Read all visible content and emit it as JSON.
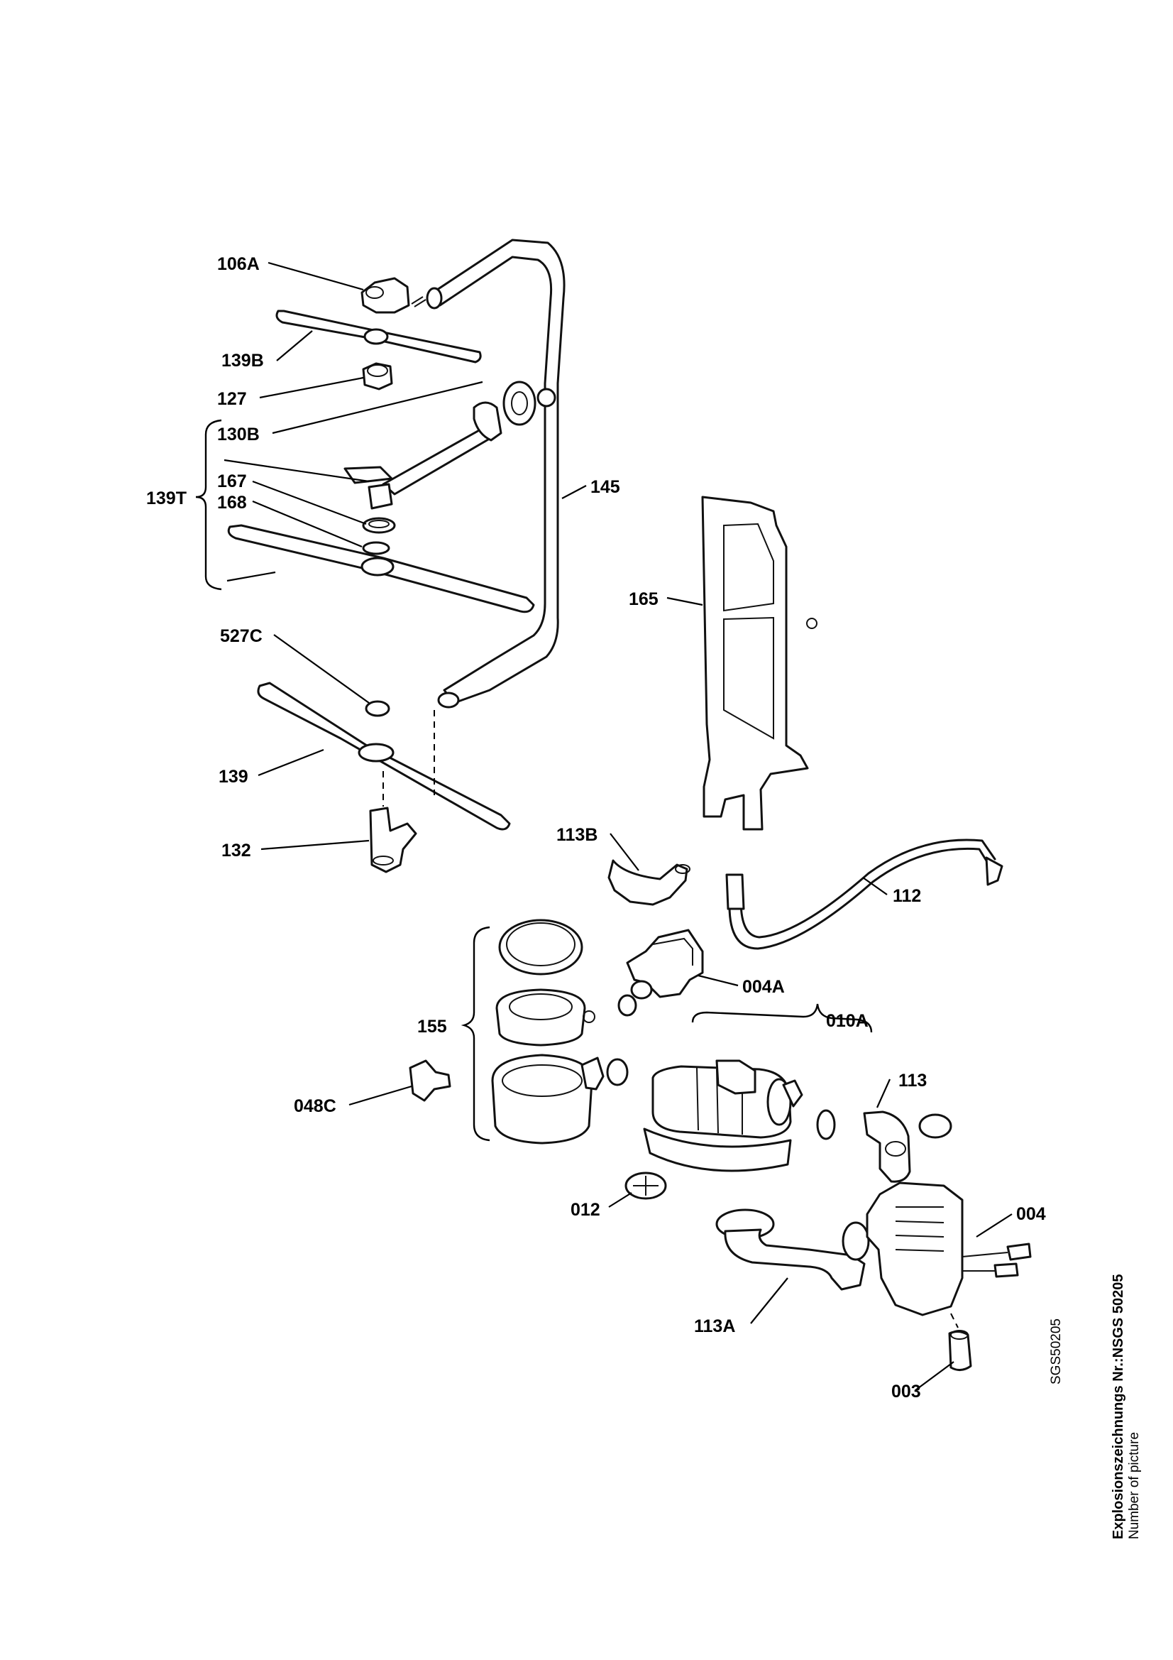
{
  "labels": {
    "p106A": "106A",
    "p139B": "139B",
    "p127": "127",
    "p130B": "130B",
    "p139T": "139T",
    "p167": "167",
    "p168": "168",
    "p145": "145",
    "p165": "165",
    "p527C": "527C",
    "p139": "139",
    "p132": "132",
    "p113B": "113B",
    "p112": "112",
    "p004A": "004A",
    "p155": "155",
    "p010A": "010A",
    "p113": "113",
    "p048C": "048C",
    "p012": "012",
    "p004": "004",
    "p113A": "113A",
    "p003": "003"
  },
  "side": {
    "code": "SGS50205",
    "title": "Explosionszeichnungs Nr.:NSGS 50205",
    "subtitle": "Number of picture"
  }
}
